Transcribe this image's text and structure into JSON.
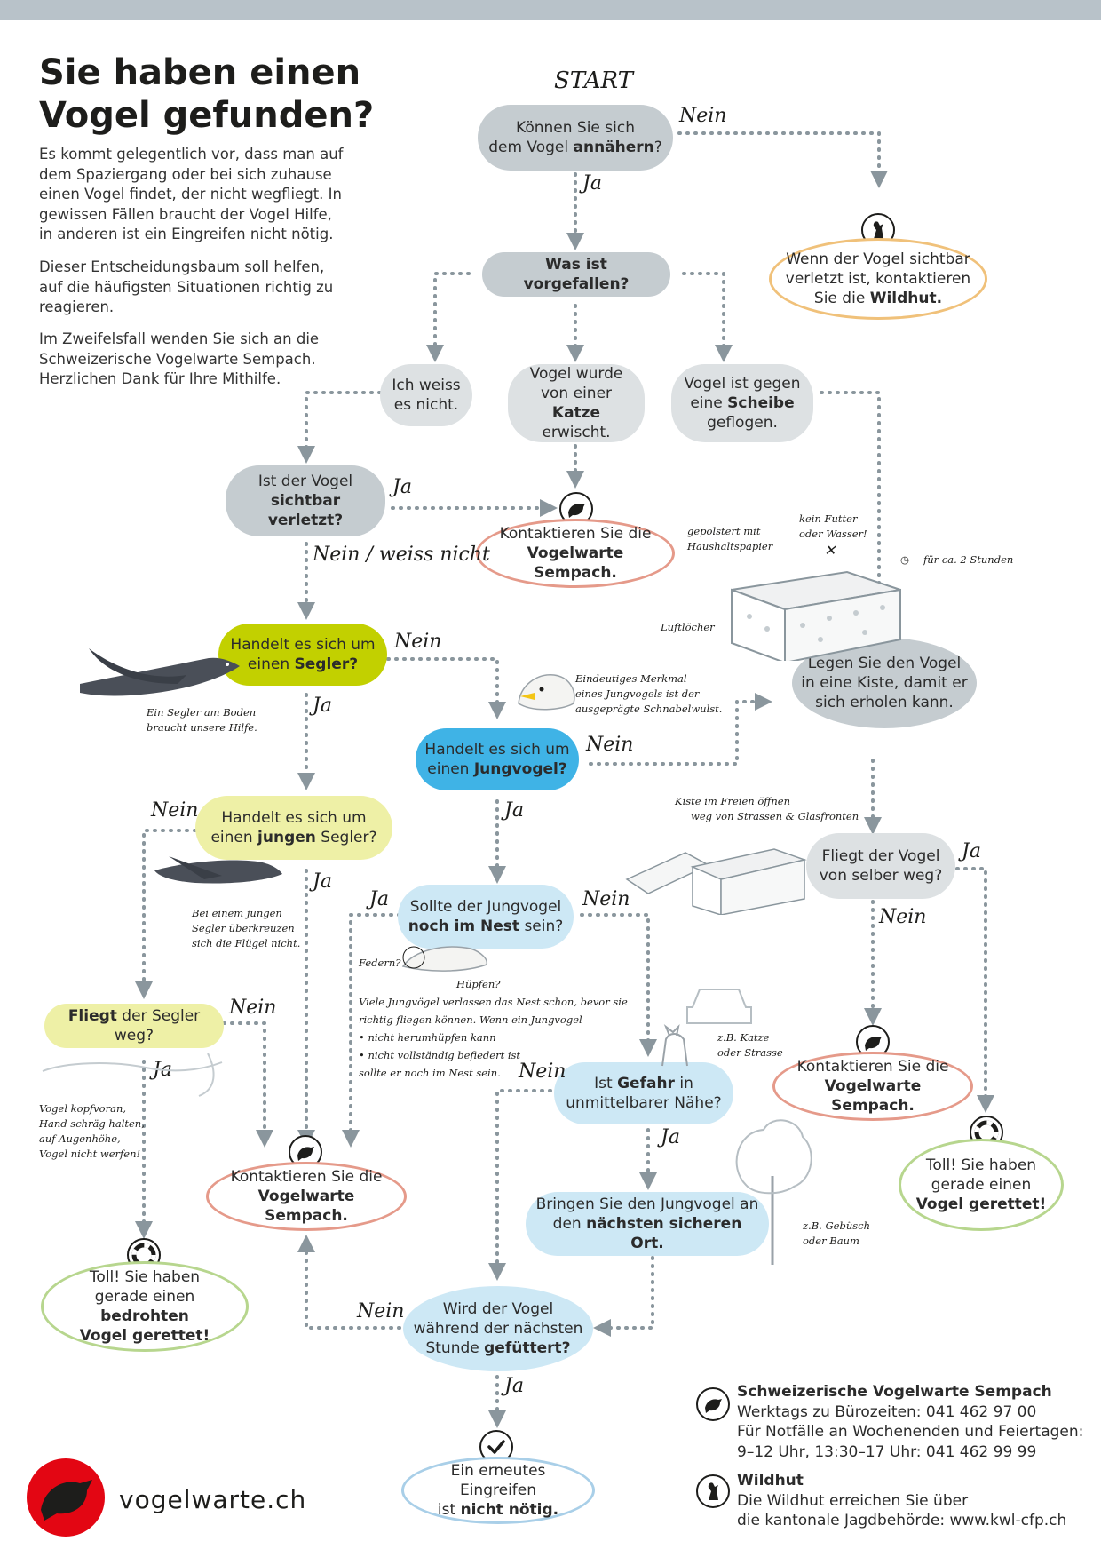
{
  "title": "Sie haben einen Vogel gefunden?",
  "intro": [
    "Es kommt gelegentlich vor, dass man auf dem Spaziergang oder bei sich zuhause einen Vogel findet, der nicht wegfliegt. In gewissen Fällen braucht der Vogel Hilfe, in anderen ist ein Eingreifen nicht nötig.",
    "Dieser Entscheidungsbaum soll helfen, auf die häufigsten Situationen richtig zu reagieren.",
    "Im Zweifelsfall wenden Sie sich an die Schweizerische Vogelwarte Sempach. Herzlichen Dank für Ihre Mithilfe."
  ],
  "start": "START",
  "nodes": {
    "annahern": [
      "Können Sie sich",
      "dem Vogel ",
      "annähern",
      "?"
    ],
    "vorgefallen": "Was ist vorgefallen?",
    "wildhut": [
      "Wenn der Vogel sichtbar",
      "verletzt ist, kontaktieren",
      "Sie die ",
      "Wildhut."
    ],
    "weiss_nicht": [
      "Ich weiss",
      "es nicht."
    ],
    "katze": [
      "Vogel wurde",
      "von einer ",
      "Katze",
      "erwischt."
    ],
    "scheibe": [
      "Vogel ist gegen",
      "eine ",
      "Scheibe",
      "geflogen."
    ],
    "verletzt": [
      "Ist der Vogel",
      "sichtbar verletzt?"
    ],
    "kontakt": [
      "Kontaktieren Sie die",
      "Vogelwarte Sempach."
    ],
    "segler": [
      "Handelt es sich um",
      "einen ",
      "Segler?"
    ],
    "kiste": [
      "Legen Sie den Vogel",
      "in eine Kiste, damit er",
      "sich erholen kann."
    ],
    "jungvogel": [
      "Handelt es sich um",
      "einen ",
      "Jungvogel?"
    ],
    "jungen_segler": [
      "Handelt es sich um",
      "einen ",
      "jungen",
      " Segler?"
    ],
    "fliegt_selber": [
      "Fliegt der Vogel",
      "von selber weg?"
    ],
    "nest": [
      "Sollte der Jungvogel",
      "noch im Nest",
      " sein?"
    ],
    "fliegt_segler": [
      "Fliegt",
      " der Segler weg?"
    ],
    "gefahr": [
      "Ist ",
      "Gefahr",
      " in",
      "unmittelbarer Nähe?"
    ],
    "sicheren_ort": [
      "Bringen Sie den Jungvogel an",
      "den ",
      "nächsten sicheren Ort."
    ],
    "gerettet": [
      "Toll! Sie haben",
      "gerade einen",
      "Vogel gerettet!"
    ],
    "bedrohten": [
      "Toll! Sie haben",
      "gerade einen ",
      "bedrohten",
      "Vogel gerettet!"
    ],
    "gefuttert": [
      "Wird der Vogel",
      "während der nächsten",
      "Stunde ",
      "gefüttert?"
    ],
    "nicht_notig": [
      "Ein erneutes Eingreifen",
      "ist ",
      "nicht nötig."
    ]
  },
  "labels": {
    "ja": "Ja",
    "nein": "Nein",
    "nein_weiss": "Nein / weiss nicht"
  },
  "notes": {
    "gepolstert": [
      "gepolstert mit",
      "Haushaltspapier"
    ],
    "kein_futter": [
      "kein Futter",
      "oder Wasser!"
    ],
    "stunden": "für ca. 2 Stunden",
    "luftlocher": "Luftlöcher",
    "segler_boden": [
      "Ein Segler am Boden",
      "braucht unsere Hilfe."
    ],
    "merkmal": [
      "Eindeutiges Merkmal",
      "eines Jungvogels ist der",
      "ausgeprägte Schnabelwulst."
    ],
    "kiste_offnen": [
      "Kiste im Freien öffnen",
      "weg von Strassen & Glasfronten"
    ],
    "junger_segler": [
      "Bei einem jungen",
      "Segler überkreuzen",
      "sich die Flügel nicht."
    ],
    "federn": "Federn?",
    "hupfen": "Hüpfen?",
    "jungvogel_text": [
      "Viele Jungvögel verlassen das Nest schon, bevor sie",
      "richtig fliegen können. Wenn ein Jungvogel",
      "• nicht herumhüpfen kann",
      "• nicht vollständig befiedert ist",
      "sollte er noch im Nest sein."
    ],
    "katze_strasse": [
      "z.B. Katze",
      "oder Strasse"
    ],
    "kopfvoran": [
      "Vogel kopfvoran,",
      "Hand schräg halten,",
      "auf Augenhöhe,",
      "Vogel nicht werfen!"
    ],
    "gebusch": [
      "z.B. Gebüsch",
      "oder Baum"
    ]
  },
  "contacts": {
    "vogelwarte": {
      "title": "Schweizerische Vogelwarte Sempach",
      "lines": [
        "Werktags zu Bürozeiten: 041 462 97 00",
        "Für Notfälle an Wochenenden und Feiertagen:",
        "9–12 Uhr, 13:30–17 Uhr: 041 462 99 99"
      ]
    },
    "wildhut": {
      "title": "Wildhut",
      "lines": [
        "Die Wildhut erreichen Sie über",
        "die kantonale Jagdbehörde: www.kwl-cfp.ch"
      ]
    }
  },
  "website": "vogelwarte.ch",
  "colors": {
    "gray": "#dde1e3",
    "darkgray": "#c5ccd0",
    "lime": "#c2d000",
    "lightyellow": "#eef0a6",
    "blue": "#3fb3e6",
    "lightblue": "#cde8f5",
    "orange": "#f0c17a",
    "red": "#e59a8a",
    "green": "#b7d68e",
    "logo_red": "#e30613"
  },
  "icons": [
    "vogelwarte-bird-icon",
    "ibex-icon",
    "lifebuoy-icon",
    "checkmark-icon",
    "box-illustration",
    "swift-illustration",
    "car-illustration",
    "cat-illustration",
    "tree-illustration"
  ]
}
